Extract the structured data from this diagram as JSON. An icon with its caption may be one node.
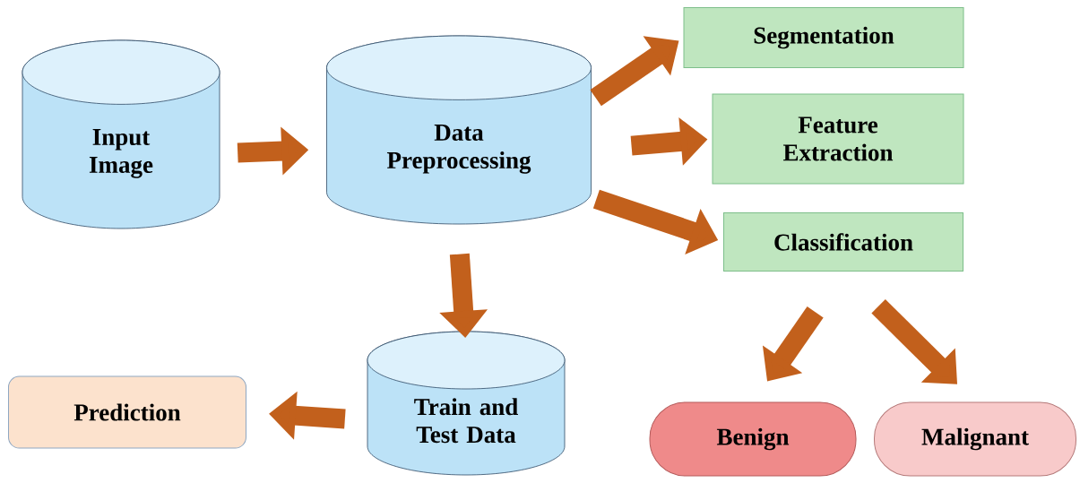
{
  "diagram": {
    "nodes": [
      {
        "text": [
          "Input Image"
        ]
      },
      {
        "text": [
          "Data Preprocessing"
        ]
      },
      {
        "text": [
          "Segmentation"
        ]
      },
      {
        "text": [
          "Feature Extraction"
        ]
      },
      {
        "text": [
          "Classification"
        ]
      },
      {
        "text": [
          "Train and Test Data"
        ]
      },
      {
        "text": [
          "Prediction"
        ]
      },
      {
        "text": [
          "Benign"
        ]
      },
      {
        "text": [
          "Malignant"
        ]
      }
    ],
    "edges": [
      {
        "from": 0,
        "to": 1,
        "arrow": "to"
      },
      {
        "from": 1,
        "to": 2,
        "arrow": "to"
      },
      {
        "from": 1,
        "to": 3,
        "arrow": "to"
      },
      {
        "from": 1,
        "to": 4,
        "arrow": "to"
      },
      {
        "from": 1,
        "to": 5,
        "arrow": "to"
      },
      {
        "from": 5,
        "to": 6,
        "arrow": "to"
      },
      {
        "from": 4,
        "to": 7,
        "arrow": "to"
      },
      {
        "from": 4,
        "to": 8,
        "arrow": "to"
      }
    ]
  }
}
